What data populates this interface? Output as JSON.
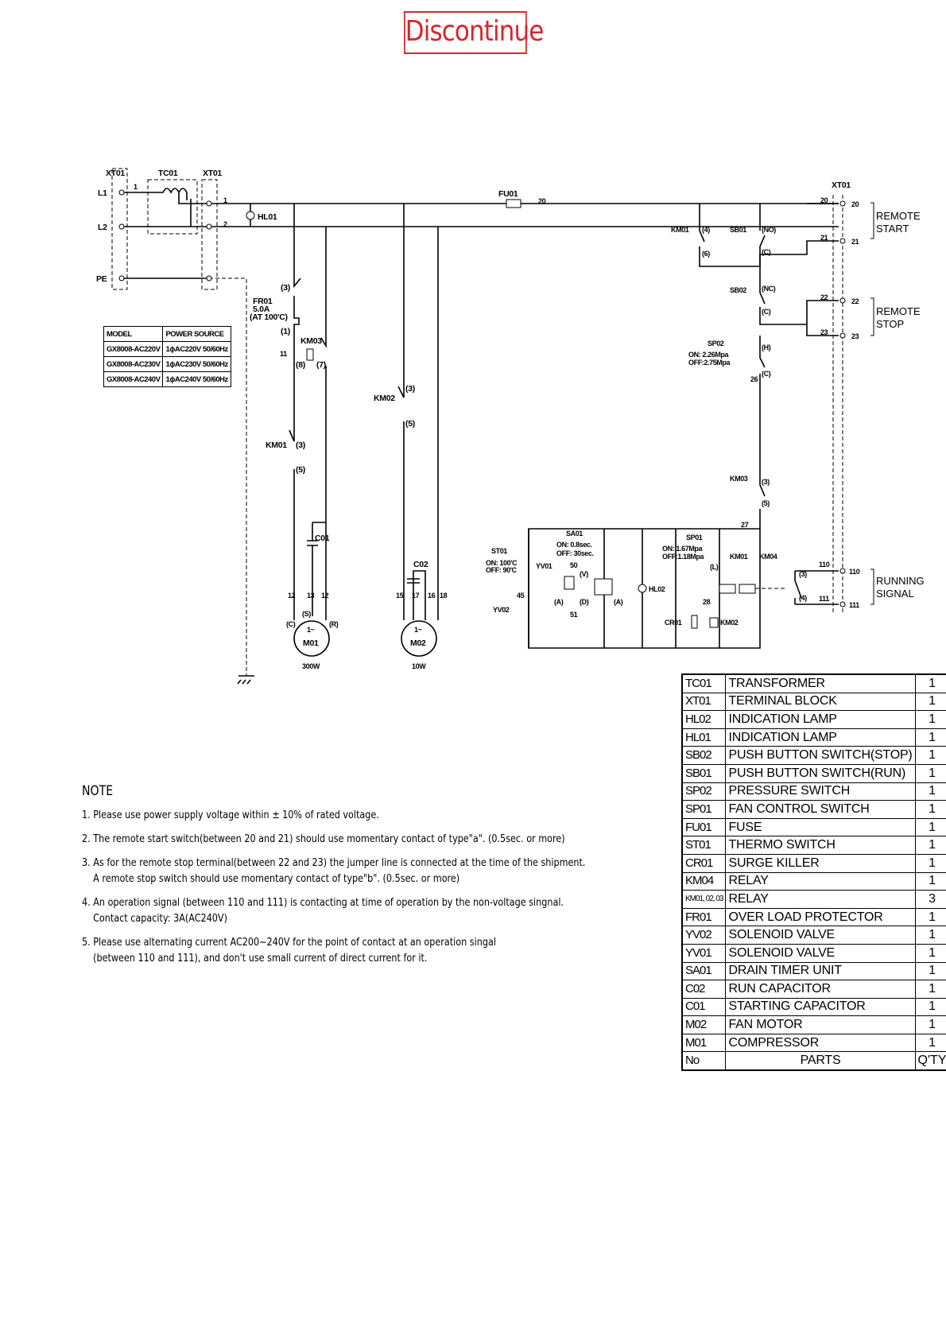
{
  "header": {
    "stamp": "Discontinue"
  },
  "diagram": {
    "xt01_left": "XT01",
    "tc01": "TC01",
    "xt01_mid": "XT01",
    "xt01_right": "XT01",
    "l1": "L1",
    "l2": "L2",
    "pe": "PE",
    "hl01": "HL01",
    "fu01": "FU01",
    "fr01": "FR01",
    "fr01_rating": "5.0A",
    "fr01_temp": "(AT 100'C)",
    "km01": "KM01",
    "km02": "KM02",
    "km03": "KM03",
    "km04": "KM04",
    "sb01": "SB01",
    "sb02": "SB02",
    "sp02": "SP02",
    "sp02_on": "ON: 2.26Mpa",
    "sp02_off": "OFF:2.75Mpa",
    "sp01": "SP01",
    "sp01_on": "ON: 1.67Mpa",
    "sp01_off": "OFF:1.18Mpa",
    "st01": "ST01",
    "st01_on": "ON: 100'C",
    "st01_off": "OFF: 90'C",
    "sa01": "SA01",
    "sa01_on": "ON: 0.8sec.",
    "sa01_off": "OFF: 30sec.",
    "yv01": "YV01",
    "yv02": "YV02",
    "hl02": "HL02",
    "cr01": "CR01",
    "c01": "C01",
    "c02": "C02",
    "m01": "M01",
    "m02": "M02",
    "m01_phase": "1~",
    "m02_phase": "1~",
    "m01_power": "300W",
    "m02_power": "10W",
    "p_s": "(S)",
    "p_c": "(C)",
    "p_r": "(R)",
    "pin3": "(3)",
    "pin1": "(1)",
    "pin5": "(5)",
    "pin8": "(8)",
    "pin7": "(7)",
    "pin4": "(4)",
    "pin6": "(6)",
    "no": "(NO)",
    "nc": "(NC)",
    "c": "(C)",
    "h": "(H)",
    "l": "(L)",
    "v": "(V)",
    "a": "(A)",
    "dd": "(D)",
    "terminals": [
      "20",
      "21",
      "22",
      "23",
      "110",
      "111"
    ],
    "remote_start": [
      "REMOTE",
      "START"
    ],
    "remote_stop": [
      "REMOTE",
      "STOP"
    ],
    "running_signal": [
      "RUNNING",
      "SIGNAL"
    ],
    "wires": {
      "w1": "1",
      "w2": "2",
      "w11": "1",
      "w12": "2",
      "w20": "20",
      "w20b": "20",
      "w21": "21",
      "w22": "22",
      "w23": "23",
      "w11b": "11",
      "w12a": "12",
      "w13": "13",
      "w12b": "12",
      "w15": "15",
      "w17": "17",
      "w16": "16",
      "w18": "18",
      "w27": "27",
      "w26": "26",
      "w28": "28",
      "w50": "50",
      "w51": "51",
      "w45": "45",
      "w110": "110",
      "w111": "111"
    }
  },
  "model_table": {
    "headers": [
      "MODEL",
      "POWER SOURCE"
    ],
    "rows": [
      [
        "GX8008-AC220V",
        "1ϕAC220V 50/60Hz"
      ],
      [
        "GX8008-AC230V",
        "1ϕAC230V 50/60Hz"
      ],
      [
        "GX8008-AC240V",
        "1ϕAC240V 50/60Hz"
      ]
    ]
  },
  "notes": {
    "title": "NOTE",
    "items": [
      [
        "1. Please use power supply voltage within ± 10% of rated voltage."
      ],
      [
        "2. The remote start switch(between 20 and 21) should use momentary contact of type\"a\". (0.5sec. or more)"
      ],
      [
        "3. As for the remote stop terminal(between 22 and 23) the jumper line is connected at the time of the shipment.",
        "A remote stop switch should use momentary contact of type\"b\". (0.5sec. or more)"
      ],
      [
        "4. An operation signal (between 110 and 111) is contacting at time of operation by the non-voltage singnal.",
        "Contact capacity: 3A(AC240V)"
      ],
      [
        "5. Please use alternating current AC200~240V for the point of contact at an operation singal",
        "(between 110 and 111), and don't use small current of direct current for it."
      ]
    ]
  },
  "parts_table": {
    "rows": [
      [
        "TC01",
        "TRANSFORMER",
        "1"
      ],
      [
        "XT01",
        "TERMINAL BLOCK",
        "1"
      ],
      [
        "HL02",
        "INDICATION LAMP",
        "1"
      ],
      [
        "HL01",
        "INDICATION LAMP",
        "1"
      ],
      [
        "SB02",
        "PUSH BUTTON SWITCH(STOP)",
        "1"
      ],
      [
        "SB01",
        "PUSH BUTTON SWITCH(RUN)",
        "1"
      ],
      [
        "SP02",
        "PRESSURE SWITCH",
        "1"
      ],
      [
        "SP01",
        "FAN CONTROL SWITCH",
        "1"
      ],
      [
        "FU01",
        "FUSE",
        "1"
      ],
      [
        "ST01",
        "THERMO SWITCH",
        "1"
      ],
      [
        "CR01",
        "SURGE KILLER",
        "1"
      ],
      [
        "KM04",
        "RELAY",
        "1"
      ],
      [
        "KM01, 02, 03",
        "RELAY",
        "3"
      ],
      [
        "FR01",
        "OVER LOAD PROTECTOR",
        "1"
      ],
      [
        "YV02",
        "SOLENOID VALVE",
        "1"
      ],
      [
        "YV01",
        "SOLENOID VALVE",
        "1"
      ],
      [
        "SA01",
        "DRAIN TIMER UNIT",
        "1"
      ],
      [
        "C02",
        "RUN CAPACITOR",
        "1"
      ],
      [
        "C01",
        "STARTING CAPACITOR",
        "1"
      ],
      [
        "M02",
        "FAN MOTOR",
        "1"
      ],
      [
        "M01",
        "COMPRESSOR",
        "1"
      ]
    ],
    "footer": [
      "No",
      "PARTS",
      "Q'TY"
    ]
  }
}
